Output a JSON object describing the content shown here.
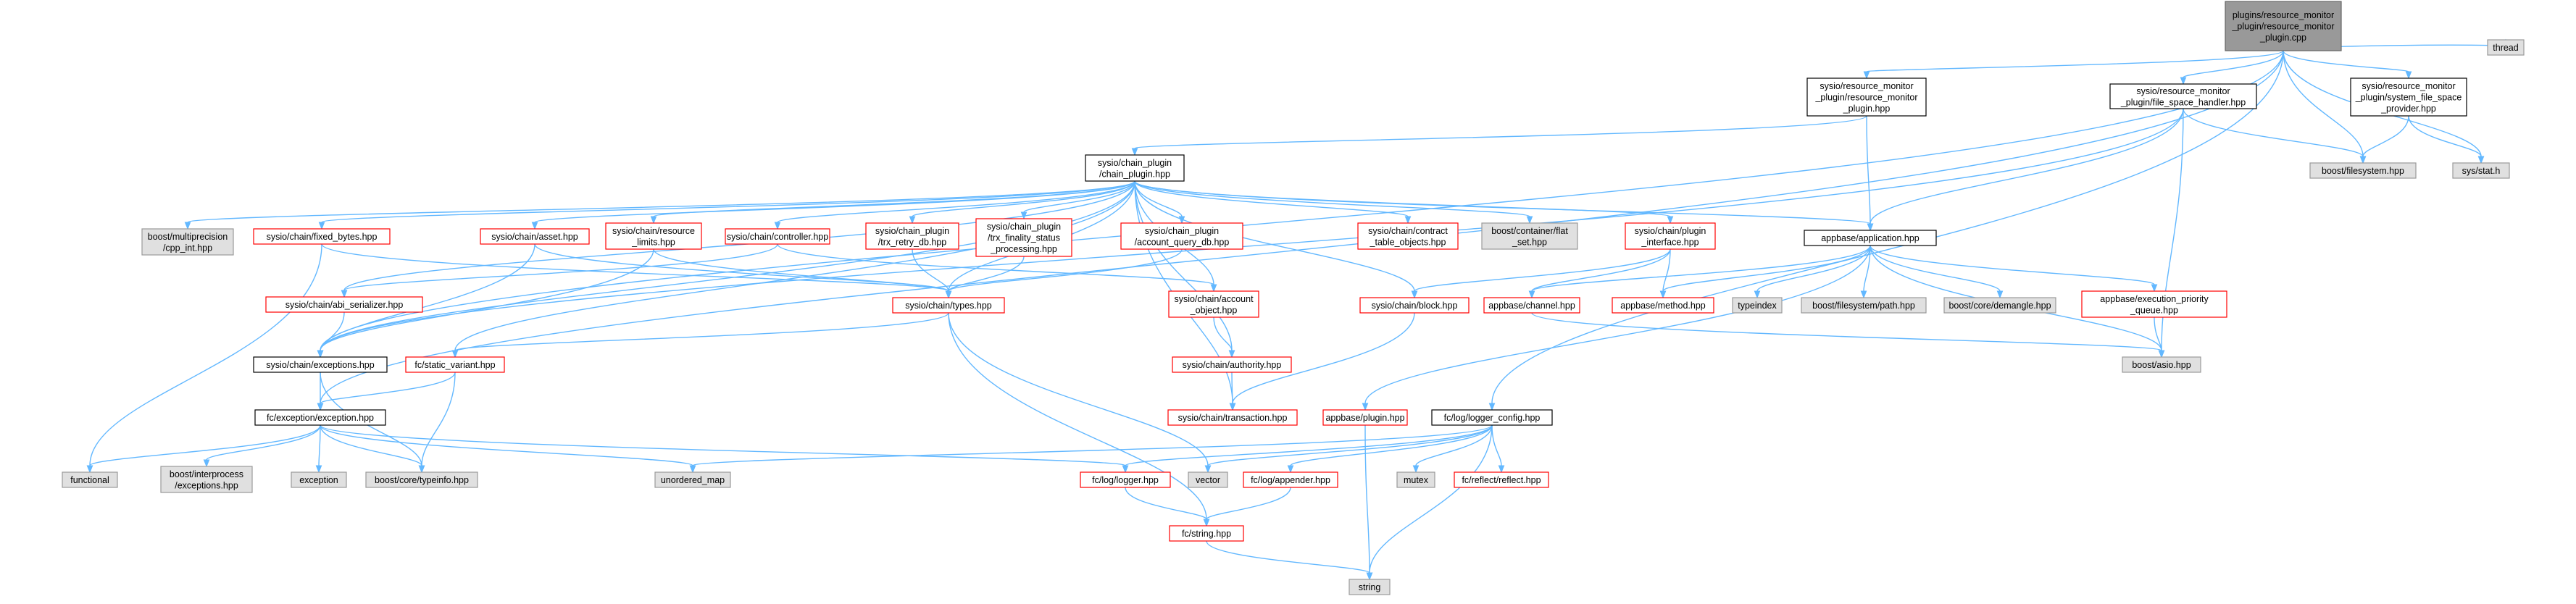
{
  "graph": {
    "style": {
      "edge_color": "#63b8ff",
      "root_fill": "#999999",
      "root_border": "#666666",
      "normal_fill": "#ffffff",
      "normal_border": "#000000",
      "red_border": "#ff0000",
      "system_fill": "#e0e0e0",
      "system_border": "#999999"
    },
    "nodes": [
      {
        "id": "root",
        "kind": "root",
        "lines": [
          "plugins/resource_monitor",
          "_plugin/resource_monitor",
          "_plugin.cpp"
        ]
      },
      {
        "id": "thread",
        "kind": "system",
        "lines": [
          "thread"
        ]
      },
      {
        "id": "rm_plugin",
        "kind": "normal",
        "lines": [
          "sysio/resource_monitor",
          "_plugin/resource_monitor",
          "_plugin.hpp"
        ]
      },
      {
        "id": "fs_handler",
        "kind": "normal",
        "lines": [
          "sysio/resource_monitor",
          "_plugin/file_space_handler.hpp"
        ]
      },
      {
        "id": "sys_fs_provider",
        "kind": "normal",
        "lines": [
          "sysio/resource_monitor",
          "_plugin/system_file_space",
          "_provider.hpp"
        ]
      },
      {
        "id": "boost_fs",
        "kind": "system",
        "lines": [
          "boost/filesystem.hpp"
        ]
      },
      {
        "id": "sys_stat",
        "kind": "system",
        "lines": [
          "sys/stat.h"
        ]
      },
      {
        "id": "chain_plugin",
        "kind": "normal",
        "lines": [
          "sysio/chain_plugin",
          "/chain_plugin.hpp"
        ]
      },
      {
        "id": "multiprecision",
        "kind": "system",
        "lines": [
          "boost/multiprecision",
          "/cpp_int.hpp"
        ]
      },
      {
        "id": "fixed_bytes",
        "kind": "red",
        "lines": [
          "sysio/chain/fixed_bytes.hpp"
        ]
      },
      {
        "id": "asset",
        "kind": "red",
        "lines": [
          "sysio/chain/asset.hpp"
        ]
      },
      {
        "id": "resource_limits",
        "kind": "red",
        "lines": [
          "sysio/chain/resource",
          "_limits.hpp"
        ]
      },
      {
        "id": "controller",
        "kind": "red",
        "lines": [
          "sysio/chain/controller.hpp"
        ]
      },
      {
        "id": "trx_retry",
        "kind": "red",
        "lines": [
          "sysio/chain_plugin",
          "/trx_retry_db.hpp"
        ]
      },
      {
        "id": "trx_finality",
        "kind": "red",
        "lines": [
          "sysio/chain_plugin",
          "/trx_finality_status",
          "_processing.hpp"
        ]
      },
      {
        "id": "account_query",
        "kind": "red",
        "lines": [
          "sysio/chain_plugin",
          "/account_query_db.hpp"
        ]
      },
      {
        "id": "contract_table",
        "kind": "red",
        "lines": [
          "sysio/chain/contract",
          "_table_objects.hpp"
        ]
      },
      {
        "id": "flat_set",
        "kind": "system",
        "lines": [
          "boost/container/flat",
          "_set.hpp"
        ]
      },
      {
        "id": "plugin_interface",
        "kind": "red",
        "lines": [
          "sysio/chain/plugin",
          "_interface.hpp"
        ]
      },
      {
        "id": "application",
        "kind": "normal",
        "lines": [
          "appbase/application.hpp"
        ]
      },
      {
        "id": "abi_serializer",
        "kind": "red",
        "lines": [
          "sysio/chain/abi_serializer.hpp"
        ]
      },
      {
        "id": "types",
        "kind": "red",
        "lines": [
          "sysio/chain/types.hpp"
        ]
      },
      {
        "id": "account_object",
        "kind": "red",
        "lines": [
          "sysio/chain/account",
          "_object.hpp"
        ]
      },
      {
        "id": "block",
        "kind": "red",
        "lines": [
          "sysio/chain/block.hpp"
        ]
      },
      {
        "id": "channel",
        "kind": "red",
        "lines": [
          "appbase/channel.hpp"
        ]
      },
      {
        "id": "method",
        "kind": "red",
        "lines": [
          "appbase/method.hpp"
        ]
      },
      {
        "id": "typeindex",
        "kind": "system",
        "lines": [
          "typeindex"
        ]
      },
      {
        "id": "fs_path",
        "kind": "system",
        "lines": [
          "boost/filesystem/path.hpp"
        ]
      },
      {
        "id": "demangle",
        "kind": "system",
        "lines": [
          "boost/core/demangle.hpp"
        ]
      },
      {
        "id": "exec_queue",
        "kind": "red",
        "lines": [
          "appbase/execution_priority",
          "_queue.hpp"
        ]
      },
      {
        "id": "exceptions",
        "kind": "normal",
        "lines": [
          "sysio/chain/exceptions.hpp"
        ]
      },
      {
        "id": "static_variant",
        "kind": "red",
        "lines": [
          "fc/static_variant.hpp"
        ]
      },
      {
        "id": "authority",
        "kind": "red",
        "lines": [
          "sysio/chain/authority.hpp"
        ]
      },
      {
        "id": "asio",
        "kind": "system",
        "lines": [
          "boost/asio.hpp"
        ]
      },
      {
        "id": "fc_exception",
        "kind": "normal",
        "lines": [
          "fc/exception/exception.hpp"
        ]
      },
      {
        "id": "transaction",
        "kind": "red",
        "lines": [
          "sysio/chain/transaction.hpp"
        ]
      },
      {
        "id": "appbase_plugin",
        "kind": "red",
        "lines": [
          "appbase/plugin.hpp"
        ]
      },
      {
        "id": "logger_config",
        "kind": "normal",
        "lines": [
          "fc/log/logger_config.hpp"
        ]
      },
      {
        "id": "functional",
        "kind": "system",
        "lines": [
          "functional"
        ]
      },
      {
        "id": "interprocess",
        "kind": "system",
        "lines": [
          "boost/interprocess",
          "/exceptions.hpp"
        ]
      },
      {
        "id": "exception_std",
        "kind": "system",
        "lines": [
          "exception"
        ]
      },
      {
        "id": "typeinfo",
        "kind": "system",
        "lines": [
          "boost/core/typeinfo.hpp"
        ]
      },
      {
        "id": "unordered_map",
        "kind": "system",
        "lines": [
          "unordered_map"
        ]
      },
      {
        "id": "vector",
        "kind": "system",
        "lines": [
          "vector"
        ]
      },
      {
        "id": "fc_logger",
        "kind": "red",
        "lines": [
          "fc/log/logger.hpp"
        ]
      },
      {
        "id": "fc_appender",
        "kind": "red",
        "lines": [
          "fc/log/appender.hpp"
        ]
      },
      {
        "id": "mutex",
        "kind": "system",
        "lines": [
          "mutex"
        ]
      },
      {
        "id": "fc_reflect",
        "kind": "red",
        "lines": [
          "fc/reflect/reflect.hpp"
        ]
      },
      {
        "id": "fc_string",
        "kind": "red",
        "lines": [
          "fc/string.hpp"
        ]
      },
      {
        "id": "string",
        "kind": "system",
        "lines": [
          "string"
        ]
      }
    ],
    "edges": [
      [
        "root",
        "thread"
      ],
      [
        "root",
        "rm_plugin"
      ],
      [
        "root",
        "fs_handler"
      ],
      [
        "root",
        "sys_fs_provider"
      ],
      [
        "root",
        "boost_fs"
      ],
      [
        "root",
        "sys_stat"
      ],
      [
        "root",
        "exceptions"
      ],
      [
        "root",
        "fc_exception"
      ],
      [
        "root",
        "logger_config"
      ],
      [
        "rm_plugin",
        "chain_plugin"
      ],
      [
        "rm_plugin",
        "application"
      ],
      [
        "fs_handler",
        "boost_fs"
      ],
      [
        "fs_handler",
        "application"
      ],
      [
        "fs_handler",
        "exceptions"
      ],
      [
        "fs_handler",
        "asio"
      ],
      [
        "sys_fs_provider",
        "boost_fs"
      ],
      [
        "sys_fs_provider",
        "sys_stat"
      ],
      [
        "chain_plugin",
        "multiprecision"
      ],
      [
        "chain_plugin",
        "fixed_bytes"
      ],
      [
        "chain_plugin",
        "asset"
      ],
      [
        "chain_plugin",
        "resource_limits"
      ],
      [
        "chain_plugin",
        "controller"
      ],
      [
        "chain_plugin",
        "trx_retry"
      ],
      [
        "chain_plugin",
        "trx_finality"
      ],
      [
        "chain_plugin",
        "account_query"
      ],
      [
        "chain_plugin",
        "contract_table"
      ],
      [
        "chain_plugin",
        "flat_set"
      ],
      [
        "chain_plugin",
        "plugin_interface"
      ],
      [
        "chain_plugin",
        "application"
      ],
      [
        "chain_plugin",
        "abi_serializer"
      ],
      [
        "chain_plugin",
        "types"
      ],
      [
        "chain_plugin",
        "exceptions"
      ],
      [
        "chain_plugin",
        "static_variant"
      ],
      [
        "chain_plugin",
        "account_object"
      ],
      [
        "chain_plugin",
        "authority"
      ],
      [
        "chain_plugin",
        "transaction"
      ],
      [
        "chain_plugin",
        "block"
      ],
      [
        "fixed_bytes",
        "types"
      ],
      [
        "fixed_bytes",
        "functional"
      ],
      [
        "asset",
        "types"
      ],
      [
        "asset",
        "exceptions"
      ],
      [
        "resource_limits",
        "types"
      ],
      [
        "resource_limits",
        "exceptions"
      ],
      [
        "controller",
        "abi_serializer"
      ],
      [
        "controller",
        "account_object"
      ],
      [
        "trx_retry",
        "types"
      ],
      [
        "trx_finality",
        "types"
      ],
      [
        "account_query",
        "types"
      ],
      [
        "plugin_interface",
        "block"
      ],
      [
        "plugin_interface",
        "channel"
      ],
      [
        "plugin_interface",
        "method"
      ],
      [
        "application",
        "channel"
      ],
      [
        "application",
        "method"
      ],
      [
        "application",
        "typeindex"
      ],
      [
        "application",
        "fs_path"
      ],
      [
        "application",
        "demangle"
      ],
      [
        "application",
        "exec_queue"
      ],
      [
        "application",
        "appbase_plugin"
      ],
      [
        "application",
        "asio"
      ],
      [
        "abi_serializer",
        "exceptions"
      ],
      [
        "types",
        "static_variant"
      ],
      [
        "types",
        "vector"
      ],
      [
        "types",
        "fc_string"
      ],
      [
        "account_object",
        "authority"
      ],
      [
        "authority",
        "transaction"
      ],
      [
        "block",
        "transaction"
      ],
      [
        "channel",
        "asio"
      ],
      [
        "exec_queue",
        "asio"
      ],
      [
        "exceptions",
        "fc_exception"
      ],
      [
        "exceptions",
        "typeinfo"
      ],
      [
        "static_variant",
        "fc_exception"
      ],
      [
        "static_variant",
        "typeinfo"
      ],
      [
        "fc_exception",
        "functional"
      ],
      [
        "fc_exception",
        "interprocess"
      ],
      [
        "fc_exception",
        "exception_std"
      ],
      [
        "fc_exception",
        "typeinfo"
      ],
      [
        "fc_exception",
        "unordered_map"
      ],
      [
        "fc_exception",
        "fc_logger"
      ],
      [
        "appbase_plugin",
        "string"
      ],
      [
        "logger_config",
        "unordered_map"
      ],
      [
        "logger_config",
        "vector"
      ],
      [
        "logger_config",
        "fc_logger"
      ],
      [
        "logger_config",
        "fc_appender"
      ],
      [
        "logger_config",
        "mutex"
      ],
      [
        "logger_config",
        "fc_reflect"
      ],
      [
        "logger_config",
        "string"
      ],
      [
        "fc_logger",
        "fc_string"
      ],
      [
        "fc_appender",
        "fc_string"
      ],
      [
        "fc_string",
        "string"
      ]
    ]
  }
}
